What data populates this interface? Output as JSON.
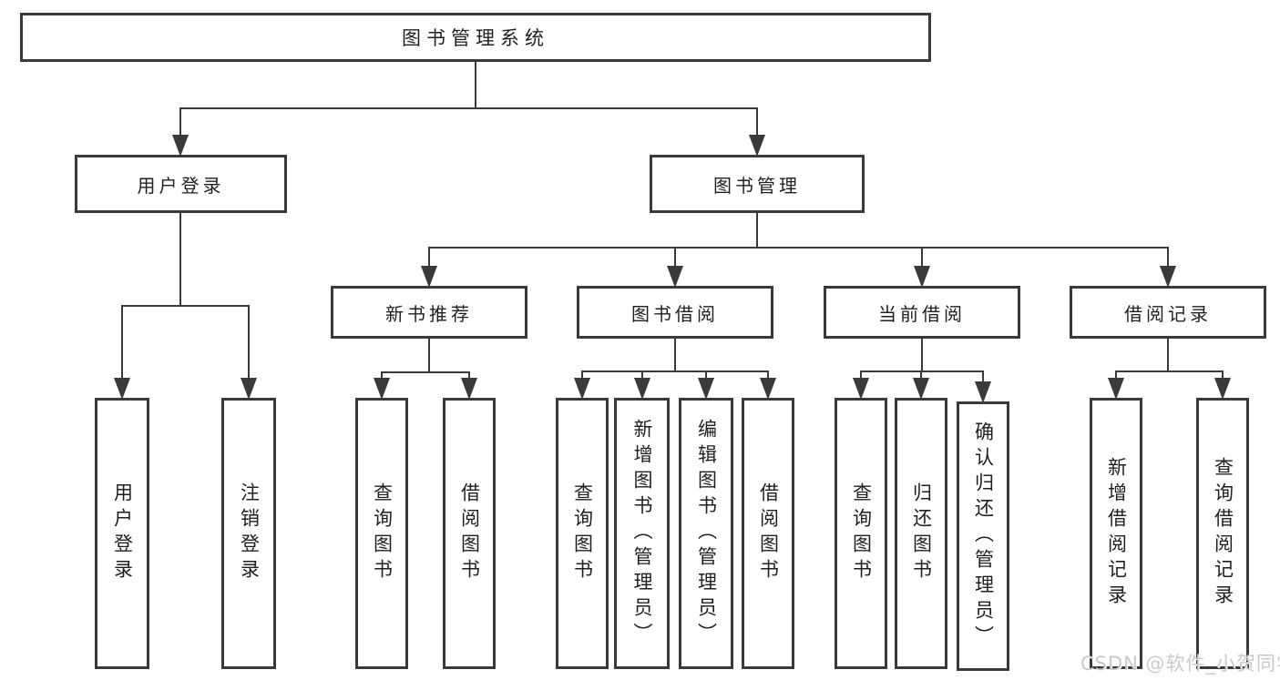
{
  "diagram": {
    "root": {
      "label": "图书管理系统"
    },
    "branches": {
      "user_login": {
        "label": "用户登录",
        "children": [
          "用户登录",
          "注销登录"
        ]
      },
      "book_management": {
        "label": "图书管理",
        "sections": {
          "new_book": {
            "label": "新书推荐",
            "children": [
              "查询图书",
              "借阅图书"
            ]
          },
          "book_borrow": {
            "label": "图书借阅",
            "children": [
              "查询图书",
              "新增图书（管理员）",
              "编辑图书（管理员）",
              "借阅图书"
            ]
          },
          "current_borrow": {
            "label": "当前借阅",
            "children": [
              "查询图书",
              "归还图书",
              "确认归还（管理员）"
            ]
          },
          "borrow_record": {
            "label": "借阅记录",
            "children": [
              "新增借阅记录",
              "查询借阅记录"
            ]
          }
        }
      }
    }
  },
  "watermark": {
    "text": "CSDN @软件_小贺同学"
  },
  "colors": {
    "line": "#3a3a3a",
    "box_border": "#3a3a3a",
    "text": "#1f1f1f",
    "background": "#ffffff",
    "watermark": "#c9c9c9"
  }
}
